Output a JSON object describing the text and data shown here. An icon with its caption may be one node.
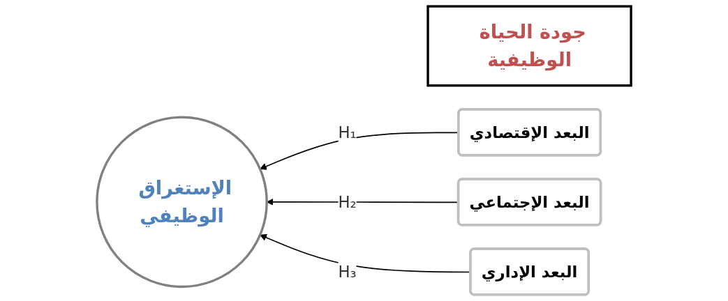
{
  "diagram": {
    "nodes": [
      {
        "text": [
          "جودة الحياة الوظيفية"
        ]
      },
      {
        "text": [
          "البعد الإقتصادي"
        ]
      },
      {
        "text": [
          "البعد الإجتماعي"
        ]
      },
      {
        "text": [
          "البعد الإداري"
        ]
      },
      {
        "text": [
          "الإستغراق الوظيفي"
        ]
      }
    ],
    "edges": [
      {
        "from": 1,
        "to": 4,
        "arrow": "to",
        "label": "H₁"
      },
      {
        "from": 2,
        "to": 4,
        "arrow": "to",
        "label": "H₂"
      },
      {
        "from": 3,
        "to": 4,
        "arrow": "to",
        "label": "H₃"
      }
    ]
  }
}
